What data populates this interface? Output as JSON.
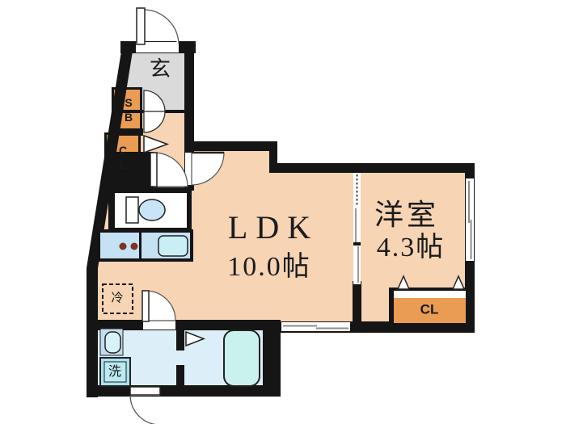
{
  "floor_plan": {
    "entrance": {
      "label": "玄"
    },
    "shoe_box": {
      "label": "SB"
    },
    "hallway_closet": {
      "label": "CL"
    },
    "ldk": {
      "label": "LDK",
      "size": "10.0帖"
    },
    "western_room": {
      "label": "洋室",
      "size": "4.3帖"
    },
    "western_room_closet": {
      "label": "CL"
    },
    "refrigerator": {
      "label": "冷"
    },
    "washing_machine": {
      "label": "洗"
    }
  },
  "colors": {
    "wall": "#151515",
    "wood_floor": "#F6D4B4",
    "entrance_floor": "#DADADA",
    "closet_fill": "#EA9C52",
    "wet_area_floor": "#DCEEF8",
    "kitchen_counter": "#C5E1F4",
    "fixture_cyan": "#C9EFF5",
    "bathtub": "#C9F2EF",
    "washer_fill": "#A9E3EF",
    "window_glass_line": "#8C8C8C",
    "burner_dot": "#7A3524",
    "text": "#1B1B1B"
  }
}
